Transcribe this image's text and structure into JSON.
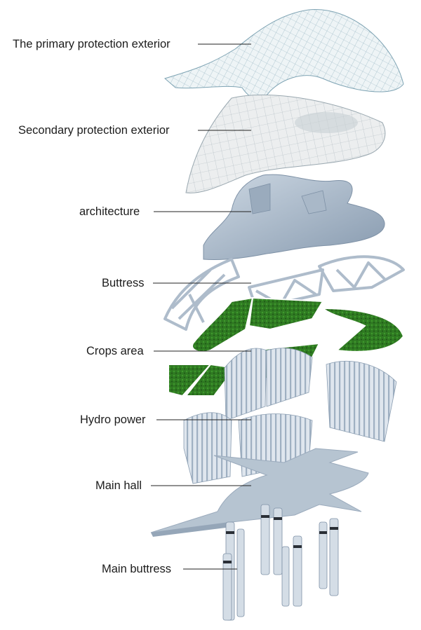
{
  "layers": [
    {
      "label": "The primary protection exterior"
    },
    {
      "label": "Secondary protection exterior"
    },
    {
      "label": "architecture"
    },
    {
      "label": "Buttress"
    },
    {
      "label": "Crops area"
    },
    {
      "label": "Hydro power"
    },
    {
      "label": "Main hall"
    },
    {
      "label": "Main buttress"
    }
  ],
  "colors": {
    "mesh_line": "#7fa4b4",
    "mesh_fill": "#eef4f6",
    "structure": "#b9c7d6",
    "structure_dark": "#8a9db1",
    "crops": "#2f7a22",
    "crops_dark": "#1d5414",
    "hall": "#b6c4d1",
    "leader_line": "#222222"
  }
}
